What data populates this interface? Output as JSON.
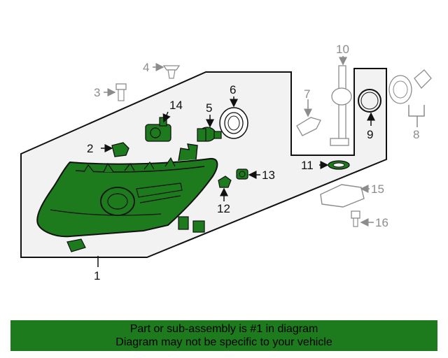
{
  "callouts": {
    "c1": "1",
    "c2": "2",
    "c3": "3",
    "c4": "4",
    "c5": "5",
    "c6": "6",
    "c7": "7",
    "c8": "8",
    "c9": "9",
    "c10": "10",
    "c11": "11",
    "c12": "12",
    "c13": "13",
    "c14": "14",
    "c15": "15",
    "c16": "16"
  },
  "banner": {
    "line1": "Part or sub-assembly is #1 in diagram",
    "line2": "Diagram may not be specific to your vehicle"
  },
  "colors": {
    "highlight_green": "#1d7a1d",
    "panel_fill": "#f2f2f2",
    "line_dark": "#111111",
    "line_grey": "#8c8c8c"
  }
}
